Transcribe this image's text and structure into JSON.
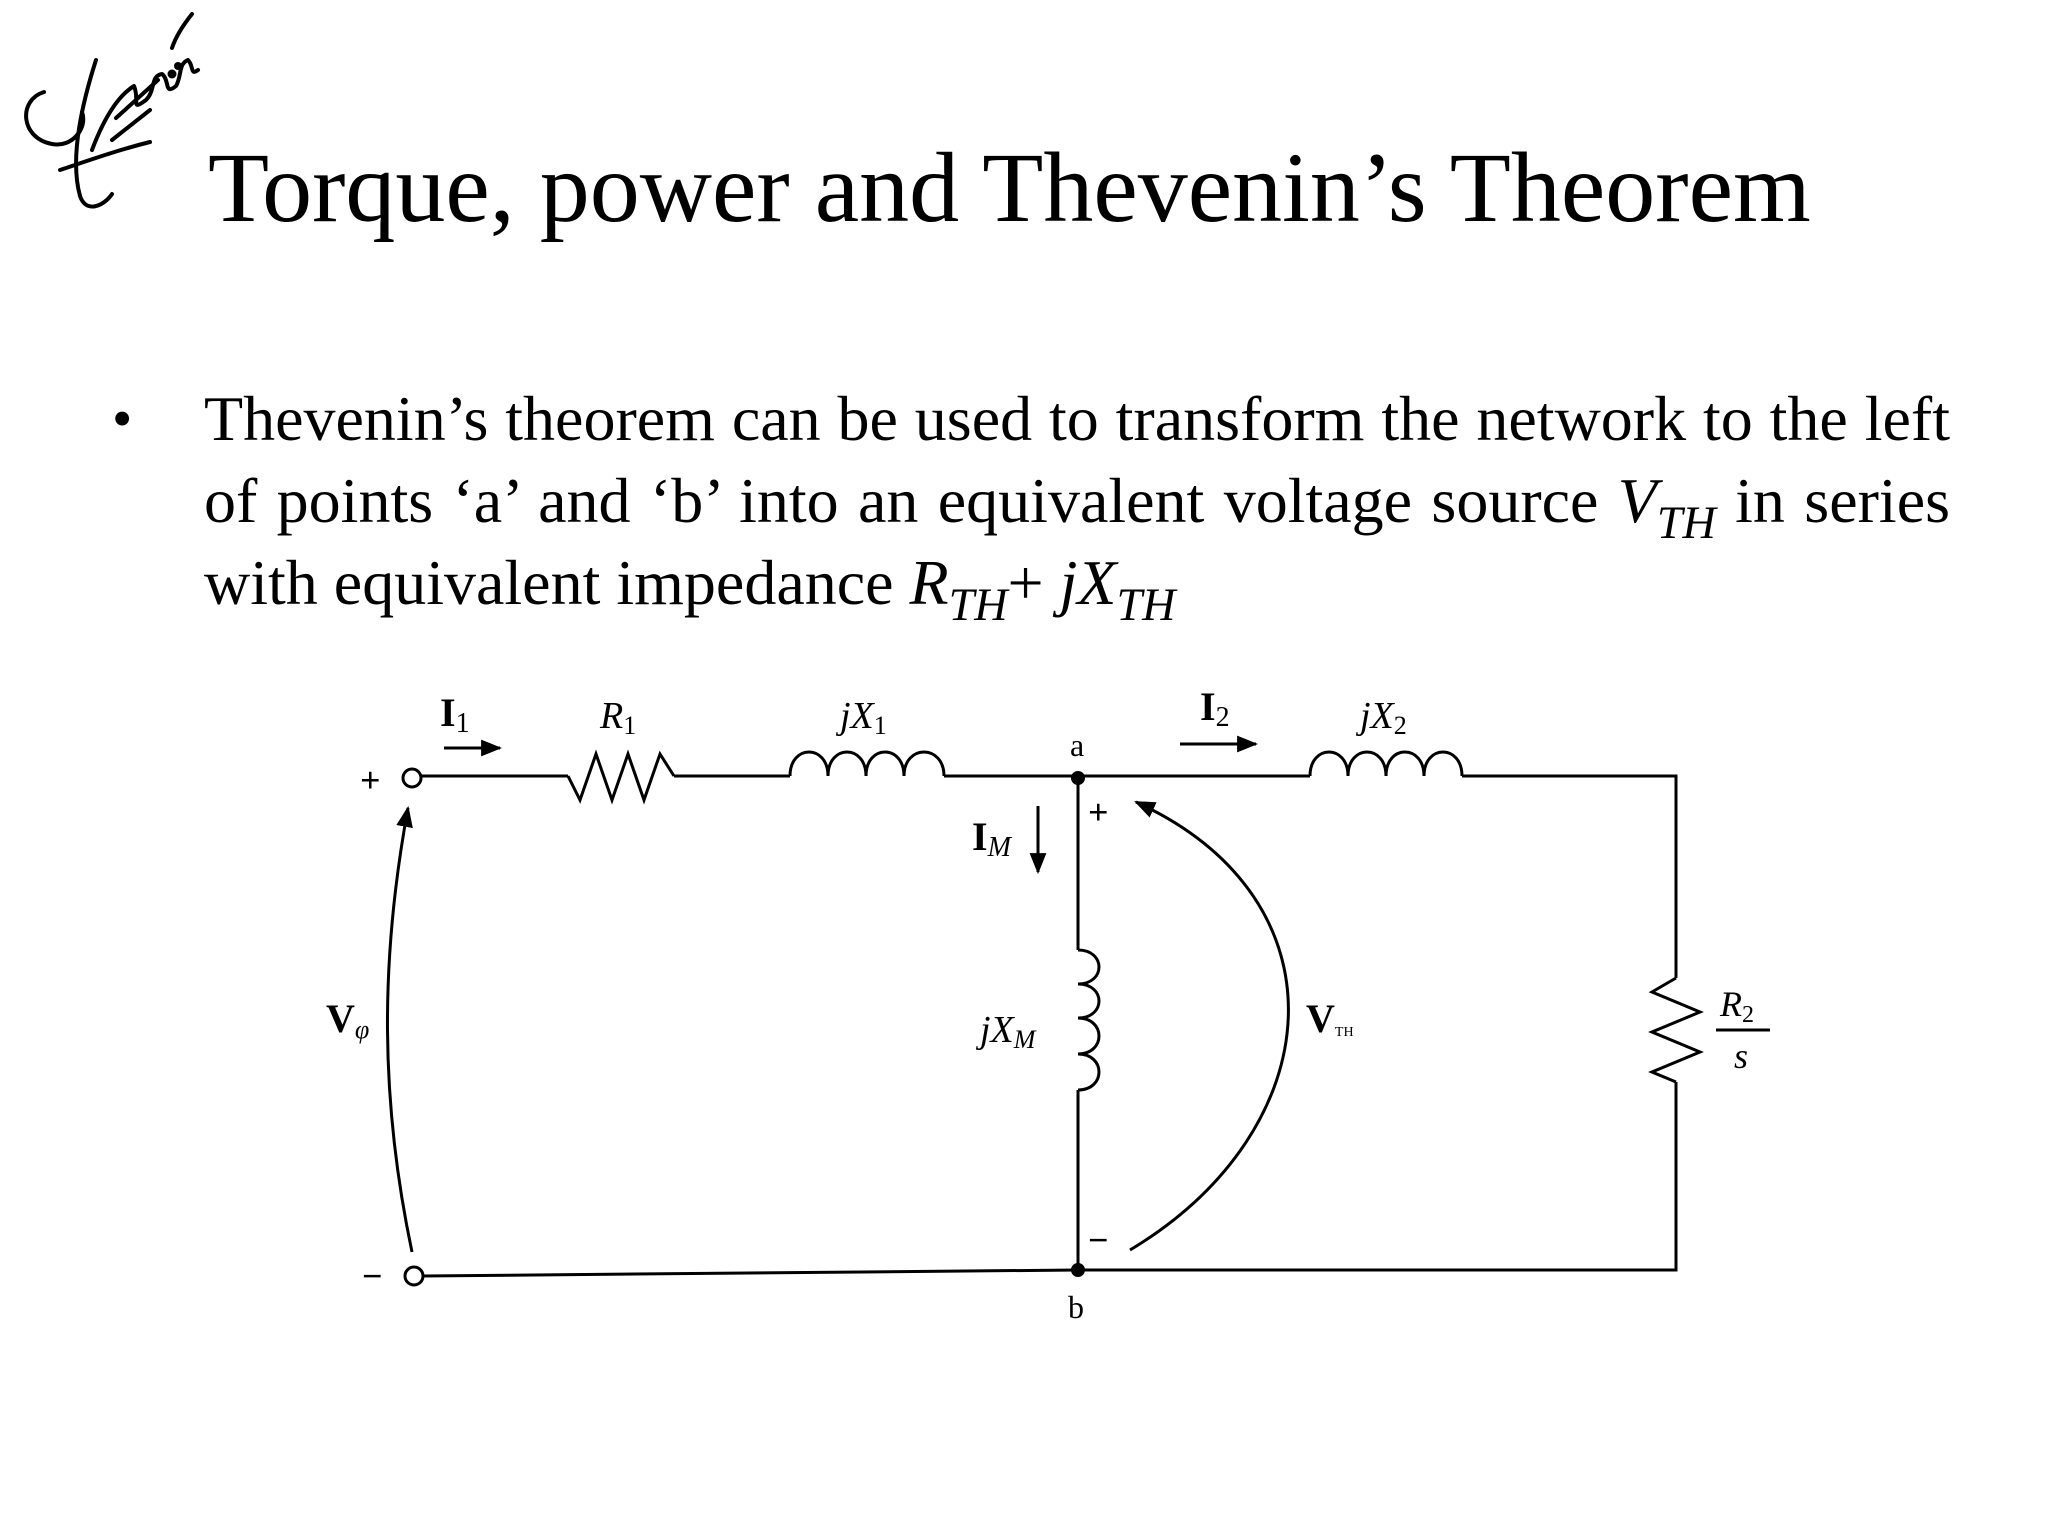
{
  "slide": {
    "title": "Torque, power and Thevenin’s Theorem",
    "bullet": {
      "marker": "•",
      "text_1": "Thevenin’s theorem can be used to transform the network to the left of points ‘a’ and ‘b’ into an equivalent voltage source ",
      "vth_main": "V",
      "vth_sub": "TH",
      "text_2": " in series with equivalent impedance ",
      "rth_main": "R",
      "rth_sub": "TH",
      "plus": "+ ",
      "jxth_main": "jX",
      "jxth_sub": "TH"
    }
  },
  "signature": {
    "kind": "handwritten-signature"
  },
  "circuit": {
    "labels": {
      "i1_main": "I",
      "i1_sub": "1",
      "r1_main": "R",
      "r1_sub": "1",
      "jx1_main": "jX",
      "jx1_sub": "1",
      "node_a": "a",
      "i2_main": "I",
      "i2_sub": "2",
      "jx2_main": "jX",
      "jx2_sub": "2",
      "im_main": "I",
      "im_sub": "M",
      "jxm_main": "jX",
      "jxm_sub": "M",
      "vphi_main": "V",
      "vphi_sub": "φ",
      "vth_main": "V",
      "vth_sub": "TH",
      "r2_main": "R",
      "r2_sub": "2",
      "r2_den": "s",
      "node_b": "b",
      "plus_left": "+",
      "minus_left": "−",
      "plus_vth": "+",
      "minus_vth": "−"
    }
  }
}
